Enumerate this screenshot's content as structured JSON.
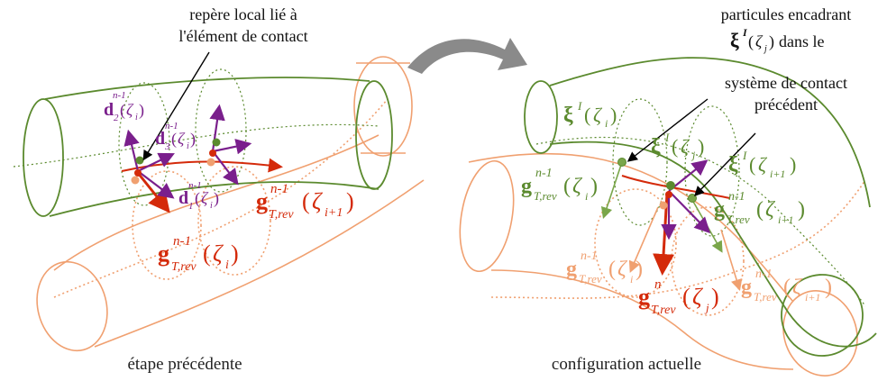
{
  "annotations": {
    "left_note_line1": "repère local lié à",
    "left_note_line2": "l'élément de contact",
    "right_note_line1": "particules encadrant",
    "right_note_line2_suffix": "dans le",
    "right_note_line3": "système de contact",
    "right_note_line4": "précédent"
  },
  "captions": {
    "left": "étape précédente",
    "right": "configuration actuelle"
  },
  "symbols": {
    "d": "d",
    "g": "g",
    "xi": "ξ",
    "zeta": "ζ",
    "n": "n",
    "n_minus_1": "n-1",
    "T_rev": "T,rev",
    "i": "i",
    "i_plus_1": "i+1",
    "j": "j",
    "I": "I",
    "idx1": "1",
    "idx2": "2",
    "idx3": "3",
    "lp": "(",
    "rp": ")"
  },
  "colors": {
    "green_tube": "#5b8a2e",
    "orange_tube": "#f0a070",
    "purple": "#7a1f8c",
    "red": "#d42a0a",
    "arrow_grey": "#8a8a8a"
  }
}
